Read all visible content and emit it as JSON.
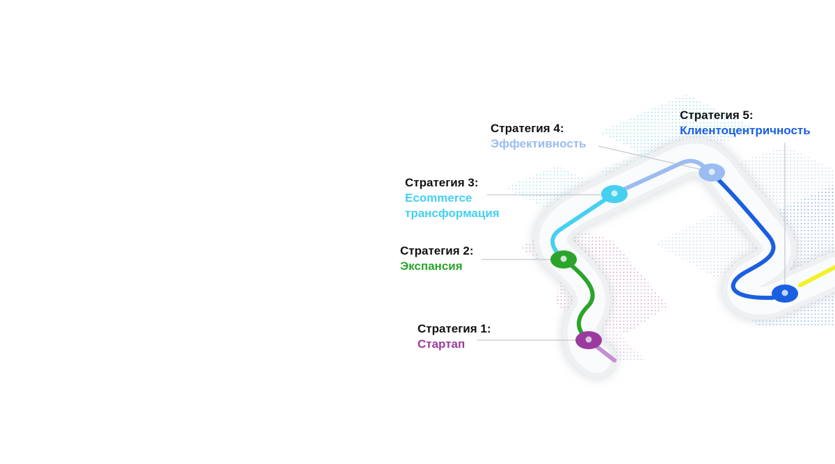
{
  "strategies": [
    {
      "heading": "Стратегия 1:",
      "name": "Стартап",
      "color": "#9b3a9e"
    },
    {
      "heading": "Стратегия 2:",
      "name": "Экспансия",
      "color": "#2aa52a"
    },
    {
      "heading": "Стратегия 3:",
      "name_line1": "Ecommerce",
      "name_line2": "трансформация",
      "color": "#45d0f0"
    },
    {
      "heading": "Стратегия 4:",
      "name": "Эффективность",
      "color": "#9bbcf0"
    },
    {
      "heading": "Стратегия 5:",
      "name": "Клиентоцентричность",
      "color": "#1a5fe0"
    }
  ],
  "extra_segment_color": "#f2f22a"
}
